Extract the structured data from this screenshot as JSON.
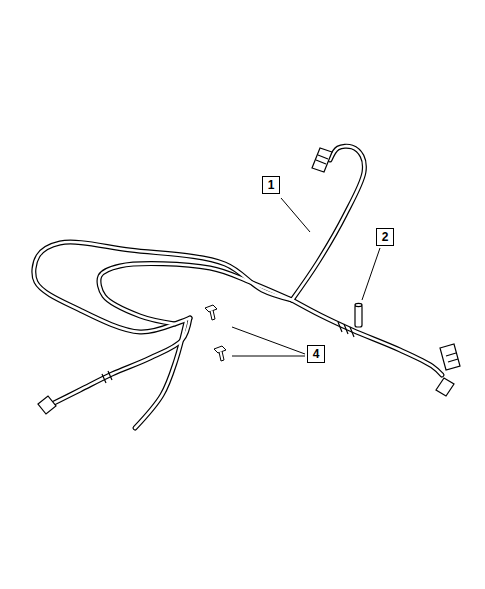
{
  "diagram": {
    "labels": [
      "1",
      "2",
      "4"
    ]
  }
}
